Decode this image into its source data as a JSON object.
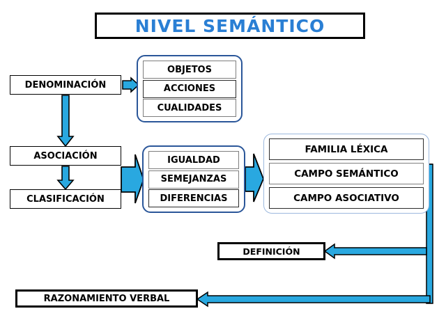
{
  "title": {
    "text": "NIVEL SEMÁNTICO",
    "color": "#2a7fd4"
  },
  "nodes": {
    "denominacion": "DENOMINACIÓN",
    "asociacion": "ASOCIACIÓN",
    "clasificacion": "CLASIFICACIÓN",
    "definicion": "DEFINICIÓN",
    "razonamiento": "RAZONAMIENTO  VERBAL"
  },
  "groups": {
    "denominacion_items": [
      "OBJETOS",
      "ACCIONES",
      "CUALIDADES"
    ],
    "clasificacion_items": [
      "IGUALDAD",
      "SEMEJANZAS",
      "DIFERENCIAS"
    ],
    "asociativo_items": [
      "FAMILIA LÉXICA",
      "CAMPO SEMÁNTICO",
      "CAMPO ASOCIATIVO"
    ]
  },
  "colors": {
    "arrow_fill": "#29a8e0",
    "arrow_stroke": "#000000",
    "group_border": "#2a5699",
    "group_border_light": "#9cb8de",
    "box_border": "#000000",
    "title_text": "#2a7fd4"
  },
  "chart_data": {
    "type": "diagram",
    "title": "NIVEL SEMÁNTICO",
    "layout": "flowchart",
    "edges": [
      {
        "from": "DENOMINACIÓN",
        "to": "OBJETOS / ACCIONES / CUALIDADES",
        "style": "small-block-arrow-right"
      },
      {
        "from": "DENOMINACIÓN",
        "to": "ASOCIACIÓN",
        "style": "line-arrow-down"
      },
      {
        "from": "ASOCIACIÓN",
        "to": "CLASIFICACIÓN",
        "style": "line-arrow-down"
      },
      {
        "from": "ASOCIACIÓN / CLASIFICACIÓN",
        "to": "IGUALDAD / SEMEJANZAS / DIFERENCIAS",
        "style": "large-block-arrow-right"
      },
      {
        "from": "IGUALDAD / SEMEJANZAS / DIFERENCIAS",
        "to": "FAMILIA LÉXICA / CAMPO SEMÁNTICO / CAMPO ASOCIATIVO",
        "style": "large-block-arrow-right"
      },
      {
        "from": "FAMILIA LÉXICA / CAMPO SEMÁNTICO / CAMPO ASOCIATIVO",
        "to": "DEFINICIÓN",
        "style": "elbow-line-arrow-left"
      },
      {
        "from": "FAMILIA LÉXICA / CAMPO SEMÁNTICO / CAMPO ASOCIATIVO",
        "to": "RAZONAMIENTO  VERBAL",
        "style": "elbow-line-arrow-left"
      }
    ]
  }
}
